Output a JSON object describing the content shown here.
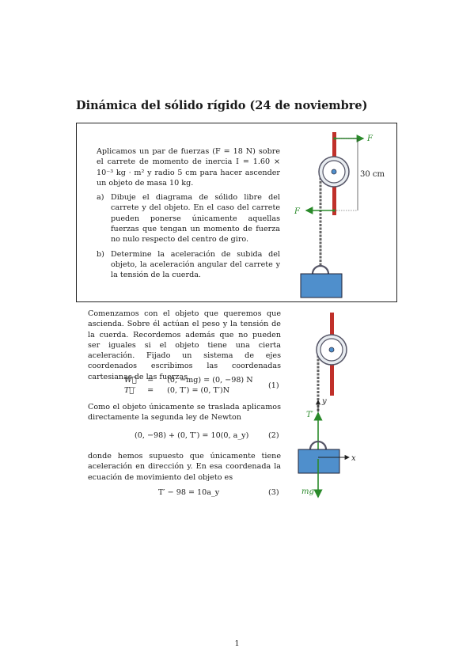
{
  "page_title": "Dinámica del sólido rígido (24 de noviembre)",
  "problem": {
    "statement": "Aplicamos un par de fuerzas (F = 18 N) sobre el carrete de momento de inercia I = 1.60 × 10⁻³ kg · m² y radio 5 cm para hacer ascender un objeto de masa 10 kg.",
    "items": [
      {
        "label": "a)",
        "text": "Dibuje el diagrama de sólido libre del carrete y del objeto. En el caso del carrete pueden ponerse únicamente aquellas fuerzas que tengan un momento de fuerza no nulo respecto del centro de giro."
      },
      {
        "label": "b)",
        "text": "Determine la aceleración de subida del objeto, la aceleración angular del carrete y la tensión de la cuerda."
      }
    ],
    "figure": {
      "force_top": "F",
      "force_bottom": "F",
      "distance": "30 cm"
    }
  },
  "solution": {
    "para1": "Comenzamos con el objeto que queremos que ascienda. Sobre él actúan el peso y la tensión de la cuerda. Recordemos además que no pueden ser iguales si el objeto tiene una cierta aceleración. Fijado un sistema de ejes coordenados escribimos las coordenadas cartesianas de las fuerzas",
    "eq1": {
      "row1_lhs": "W⃗",
      "row1_eq": "=",
      "row1_rhs": "(0, −mg) = (0, −98) N",
      "row2_lhs": "T⃗′",
      "row2_eq": "=",
      "row2_rhs": "(0, T′) = (0, T′)N",
      "number": "(1)"
    },
    "para2": "Como el objeto únicamente se traslada aplicamos directamente la segunda ley de Newton",
    "eq2": {
      "text": "(0, −98) + (0, T′) = 10(0, a_y)",
      "number": "(2)"
    },
    "para3": "donde hemos supuesto que únicamente tiene aceleración en dirección y. En esa coordenada la ecuación de movimiento del objeto es",
    "eq3": {
      "text": "T′ − 98 = 10a_y",
      "number": "(3)"
    },
    "figure": {
      "tension": "T′",
      "weight": "mg",
      "axis_x": "x",
      "axis_y": "y"
    }
  },
  "colors": {
    "force": "#2a8a2a",
    "bar": "#c0302a",
    "block": "#4f8fcc",
    "pulley": "#9aa6b6"
  },
  "page_number": "1"
}
